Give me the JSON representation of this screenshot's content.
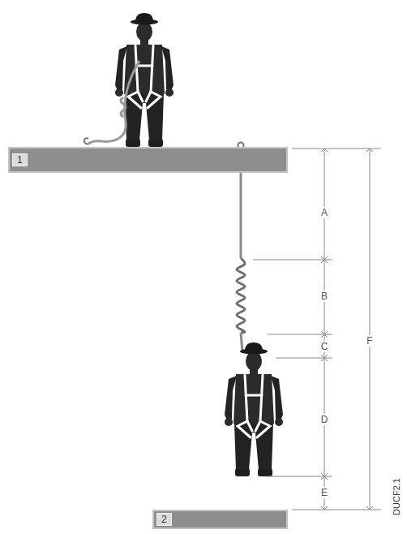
{
  "diagram": {
    "nodes": [
      {
        "text": [
          "1"
        ]
      },
      {
        "text": [
          "2"
        ]
      }
    ],
    "labels": [
      "A",
      "B",
      "C",
      "D",
      "E",
      "F",
      "DUCF2.1"
    ]
  }
}
